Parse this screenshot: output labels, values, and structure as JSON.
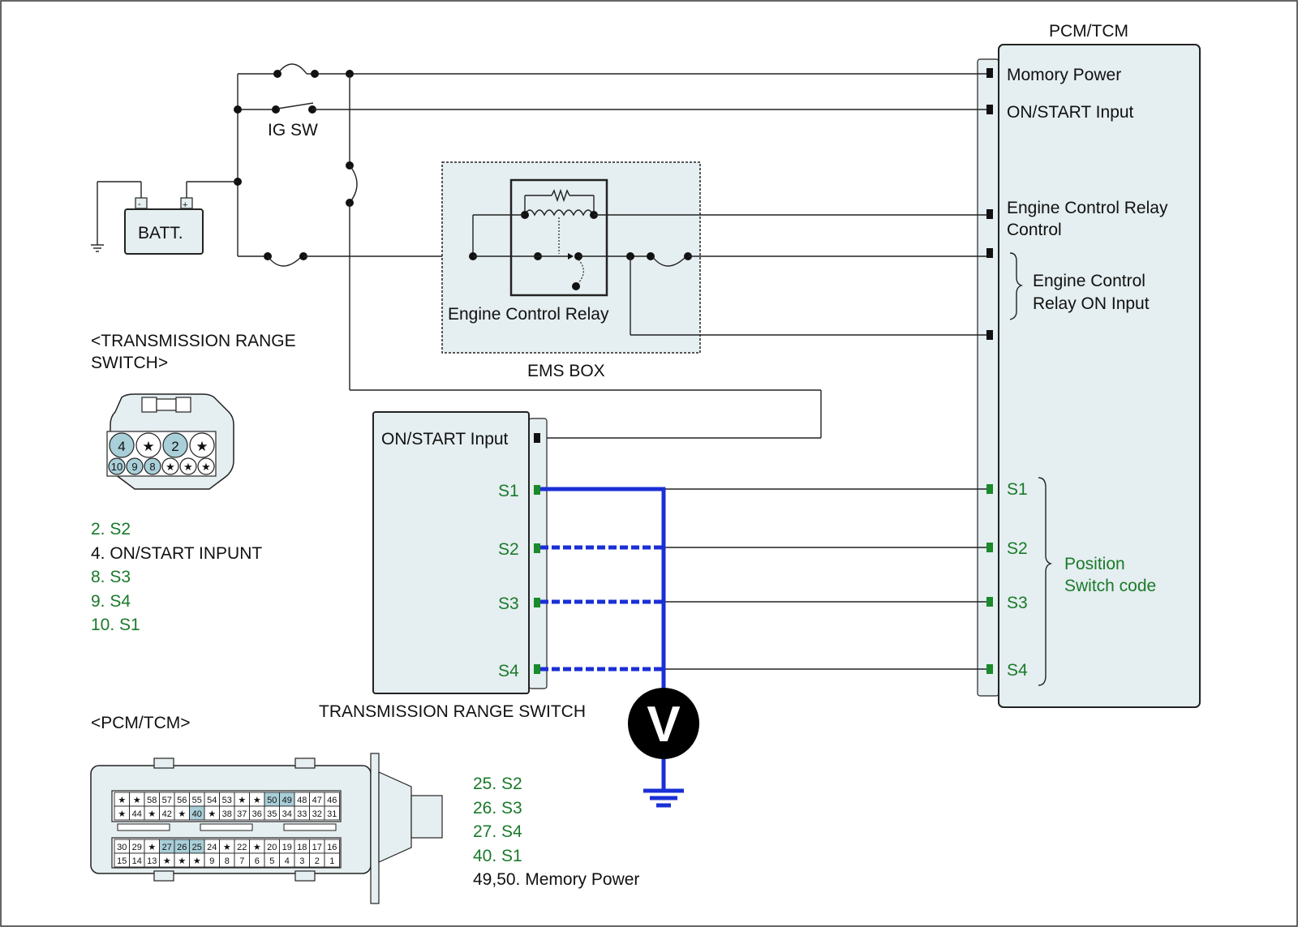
{
  "pcm": {
    "title": "PCM/TCM",
    "memory_power": "Momory Power",
    "on_start_input": "ON/START Input",
    "ecr_control_line1": "Engine Control Relay",
    "ecr_control_line2": "Control",
    "ecr_on_line1": "Engine Control",
    "ecr_on_line2": "Relay ON Input",
    "s1": "S1",
    "s2": "S2",
    "s3": "S3",
    "s4": "S4",
    "position_line1": "Position",
    "position_line2": "Switch code"
  },
  "power": {
    "ig_sw": "IG SW",
    "battery": "BATT.",
    "minus": "-",
    "plus": "+"
  },
  "ems": {
    "relay_label": "Engine Control Relay",
    "box_label": "EMS BOX"
  },
  "trs": {
    "on_start_input": "ON/START Input",
    "s1": "S1",
    "s2": "S2",
    "s3": "S3",
    "s4": "S4",
    "caption": "TRANSMISSION RANGE SWITCH"
  },
  "voltmeter": {
    "symbol": "V"
  },
  "trs_connector": {
    "title_line1": "<TRANSMISSION RANGE",
    "title_line2": "SWITCH>",
    "top_row": [
      "4",
      "★",
      "2",
      "★"
    ],
    "bottom_row": [
      "10",
      "9",
      "8",
      "★",
      "★",
      "★"
    ],
    "pins": [
      {
        "text": "2. S2",
        "color": "green"
      },
      {
        "text": "4. ON/START INPUNT",
        "color": "black"
      },
      {
        "text": "8. S3",
        "color": "green"
      },
      {
        "text": "9. S4",
        "color": "green"
      },
      {
        "text": "10. S1",
        "color": "green"
      }
    ]
  },
  "pcm_connector": {
    "title": "<PCM/TCM>",
    "row1": [
      "★",
      "★",
      "58",
      "57",
      "56",
      "55",
      "54",
      "53",
      "★",
      "★",
      "50",
      "49",
      "48",
      "47",
      "46"
    ],
    "row2": [
      "★",
      "44",
      "★",
      "42",
      "★",
      "40",
      "★",
      "38",
      "37",
      "36",
      "35",
      "34",
      "33",
      "32",
      "31"
    ],
    "row3": [
      "30",
      "29",
      "★",
      "27",
      "26",
      "25",
      "24",
      "★",
      "22",
      "★",
      "20",
      "19",
      "18",
      "17",
      "16"
    ],
    "row4": [
      "15",
      "14",
      "13",
      "★",
      "★",
      "★",
      "9",
      "8",
      "7",
      "6",
      "5",
      "4",
      "3",
      "2",
      "1"
    ],
    "pins": [
      {
        "text": "25. S2",
        "color": "green"
      },
      {
        "text": "26. S3",
        "color": "green"
      },
      {
        "text": "27. S4",
        "color": "green"
      },
      {
        "text": "40. S1",
        "color": "green"
      },
      {
        "text": "49,50. Memory Power",
        "color": "black"
      }
    ]
  },
  "colors": {
    "green_text": "#1a7a2a",
    "blue_wire": "#1a2fd6",
    "box_fill": "#e5eef0",
    "pin_highlight": "#a9cfd9"
  }
}
